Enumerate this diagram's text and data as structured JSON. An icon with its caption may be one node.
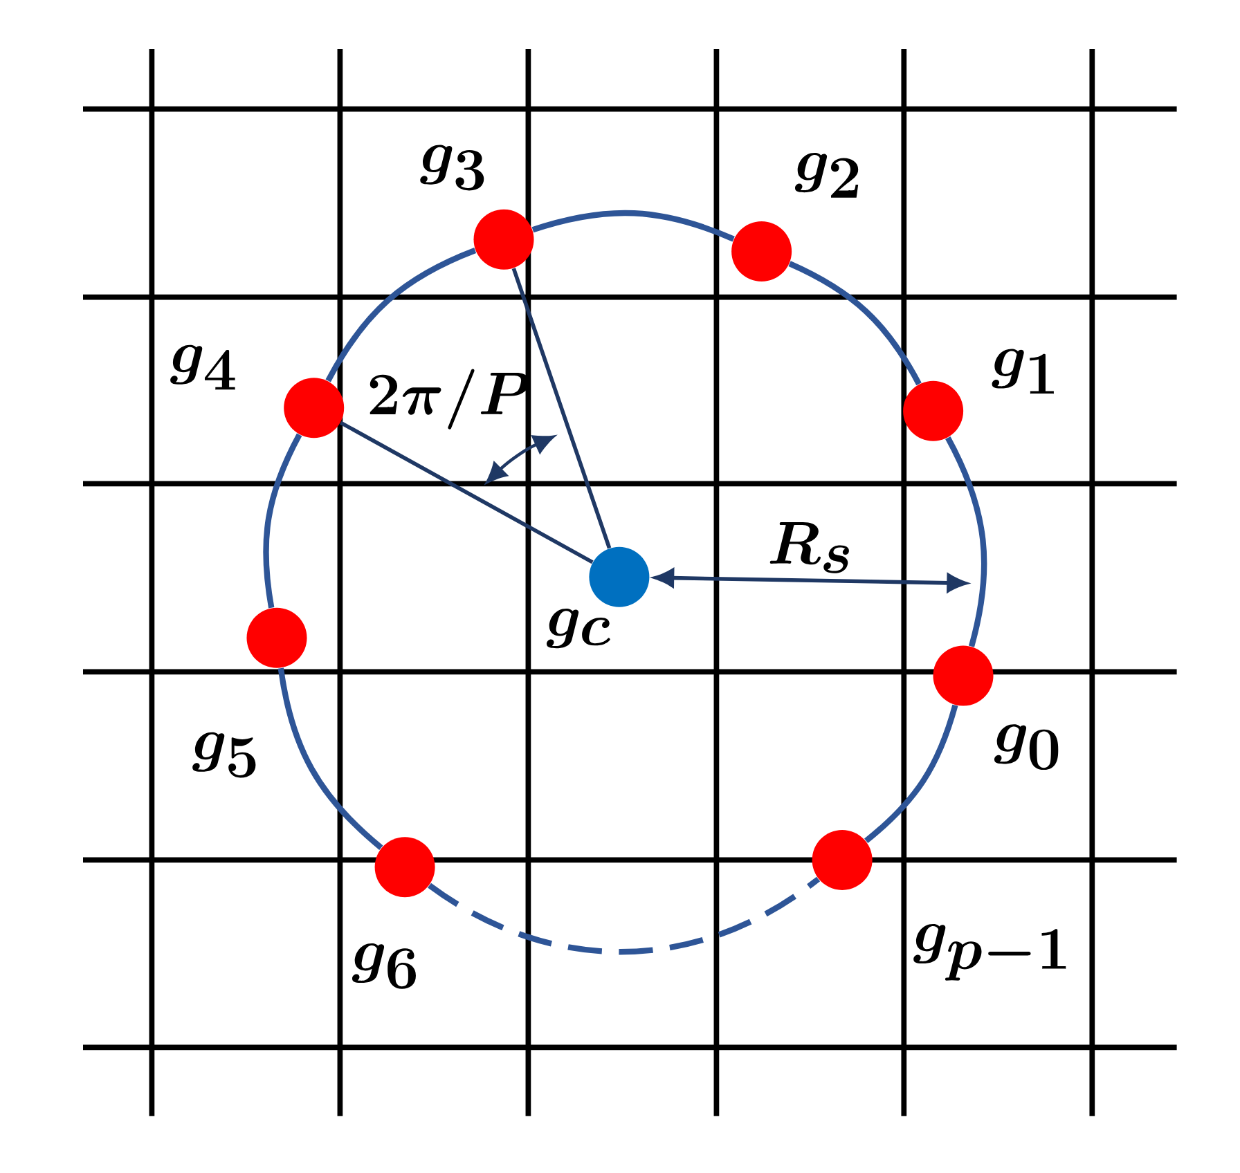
{
  "diagram": {
    "nodes": [
      {
        "text": [],
        "shape": "circle",
        "beside": [
          "g_{0}"
        ]
      },
      {
        "text": [],
        "shape": "circle",
        "beside": [
          "g_{1}"
        ]
      },
      {
        "text": [],
        "shape": "circle",
        "beside": [
          "g_{2}"
        ]
      },
      {
        "text": [],
        "shape": "circle",
        "beside": [
          "g_{3}"
        ]
      },
      {
        "text": [],
        "shape": "circle",
        "beside": [
          "g_{4}"
        ]
      },
      {
        "text": [],
        "shape": "circle",
        "beside": [
          "g_{5}"
        ]
      },
      {
        "text": [],
        "shape": "circle",
        "beside": [
          "g_{6}"
        ]
      },
      {
        "text": [],
        "shape": "circle",
        "beside": [
          "g_{p-1}"
        ]
      },
      {
        "text": [],
        "shape": "circle",
        "beside": [
          "g_{c}"
        ]
      }
    ],
    "edges": [
      {
        "from": 0,
        "to": 1,
        "arrow": "none"
      },
      {
        "from": 1,
        "to": 2,
        "arrow": "none"
      },
      {
        "from": 2,
        "to": 3,
        "arrow": "none"
      },
      {
        "from": 3,
        "to": 4,
        "arrow": "none"
      },
      {
        "from": 4,
        "to": 5,
        "arrow": "none"
      },
      {
        "from": 5,
        "to": 6,
        "arrow": "none"
      },
      {
        "from": 6,
        "to": 7,
        "arrow": "none",
        "style": "dashed"
      },
      {
        "from": 7,
        "to": 0,
        "arrow": "none"
      },
      {
        "from": 8,
        "to": 3,
        "arrow": "none",
        "color": "#1f3864"
      },
      {
        "from": 8,
        "to": 4,
        "arrow": "none",
        "color": "#1f3864"
      },
      {
        "from": 8,
        "to": null,
        "arrow": "both",
        "label": "R_{s}",
        "color": "#1f3864"
      }
    ],
    "labels": [
      "2\\pi/P"
    ]
  }
}
